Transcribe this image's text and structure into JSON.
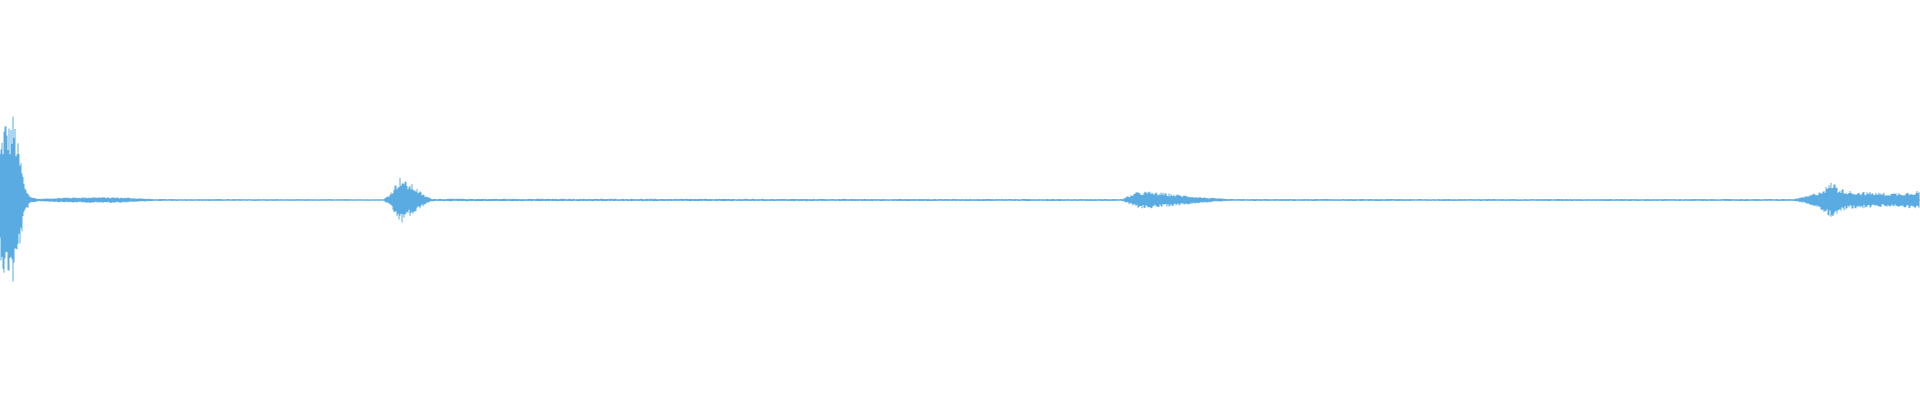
{
  "waveform": {
    "color": "#5aabe2",
    "background": "#ffffff",
    "duration_fraction": 1.0,
    "envelope": [
      {
        "t": 0.0,
        "amp": 0.62
      },
      {
        "t": 0.0025,
        "amp": 0.95
      },
      {
        "t": 0.005,
        "amp": 0.85
      },
      {
        "t": 0.007,
        "amp": 1.0
      },
      {
        "t": 0.009,
        "amp": 0.7
      },
      {
        "t": 0.011,
        "amp": 0.45
      },
      {
        "t": 0.013,
        "amp": 0.15
      },
      {
        "t": 0.016,
        "amp": 0.04
      },
      {
        "t": 0.02,
        "amp": 0.015
      },
      {
        "t": 0.035,
        "amp": 0.03
      },
      {
        "t": 0.05,
        "amp": 0.035
      },
      {
        "t": 0.065,
        "amp": 0.03
      },
      {
        "t": 0.08,
        "amp": 0.012
      },
      {
        "t": 0.2,
        "amp": 0.01
      },
      {
        "t": 0.203,
        "amp": 0.07
      },
      {
        "t": 0.206,
        "amp": 0.18
      },
      {
        "t": 0.209,
        "amp": 0.28
      },
      {
        "t": 0.212,
        "amp": 0.2
      },
      {
        "t": 0.215,
        "amp": 0.18
      },
      {
        "t": 0.218,
        "amp": 0.12
      },
      {
        "t": 0.221,
        "amp": 0.06
      },
      {
        "t": 0.225,
        "amp": 0.015
      },
      {
        "t": 0.585,
        "amp": 0.012
      },
      {
        "t": 0.589,
        "amp": 0.06
      },
      {
        "t": 0.592,
        "amp": 0.09
      },
      {
        "t": 0.597,
        "amp": 0.1
      },
      {
        "t": 0.605,
        "amp": 0.085
      },
      {
        "t": 0.615,
        "amp": 0.06
      },
      {
        "t": 0.628,
        "amp": 0.03
      },
      {
        "t": 0.64,
        "amp": 0.012
      },
      {
        "t": 0.935,
        "amp": 0.012
      },
      {
        "t": 0.942,
        "amp": 0.05
      },
      {
        "t": 0.948,
        "amp": 0.1
      },
      {
        "t": 0.952,
        "amp": 0.16
      },
      {
        "t": 0.955,
        "amp": 0.22
      },
      {
        "t": 0.958,
        "amp": 0.14
      },
      {
        "t": 0.965,
        "amp": 0.1
      },
      {
        "t": 0.975,
        "amp": 0.09
      },
      {
        "t": 0.985,
        "amp": 0.08
      },
      {
        "t": 0.993,
        "amp": 0.09
      },
      {
        "t": 1.0,
        "amp": 0.11
      }
    ]
  }
}
